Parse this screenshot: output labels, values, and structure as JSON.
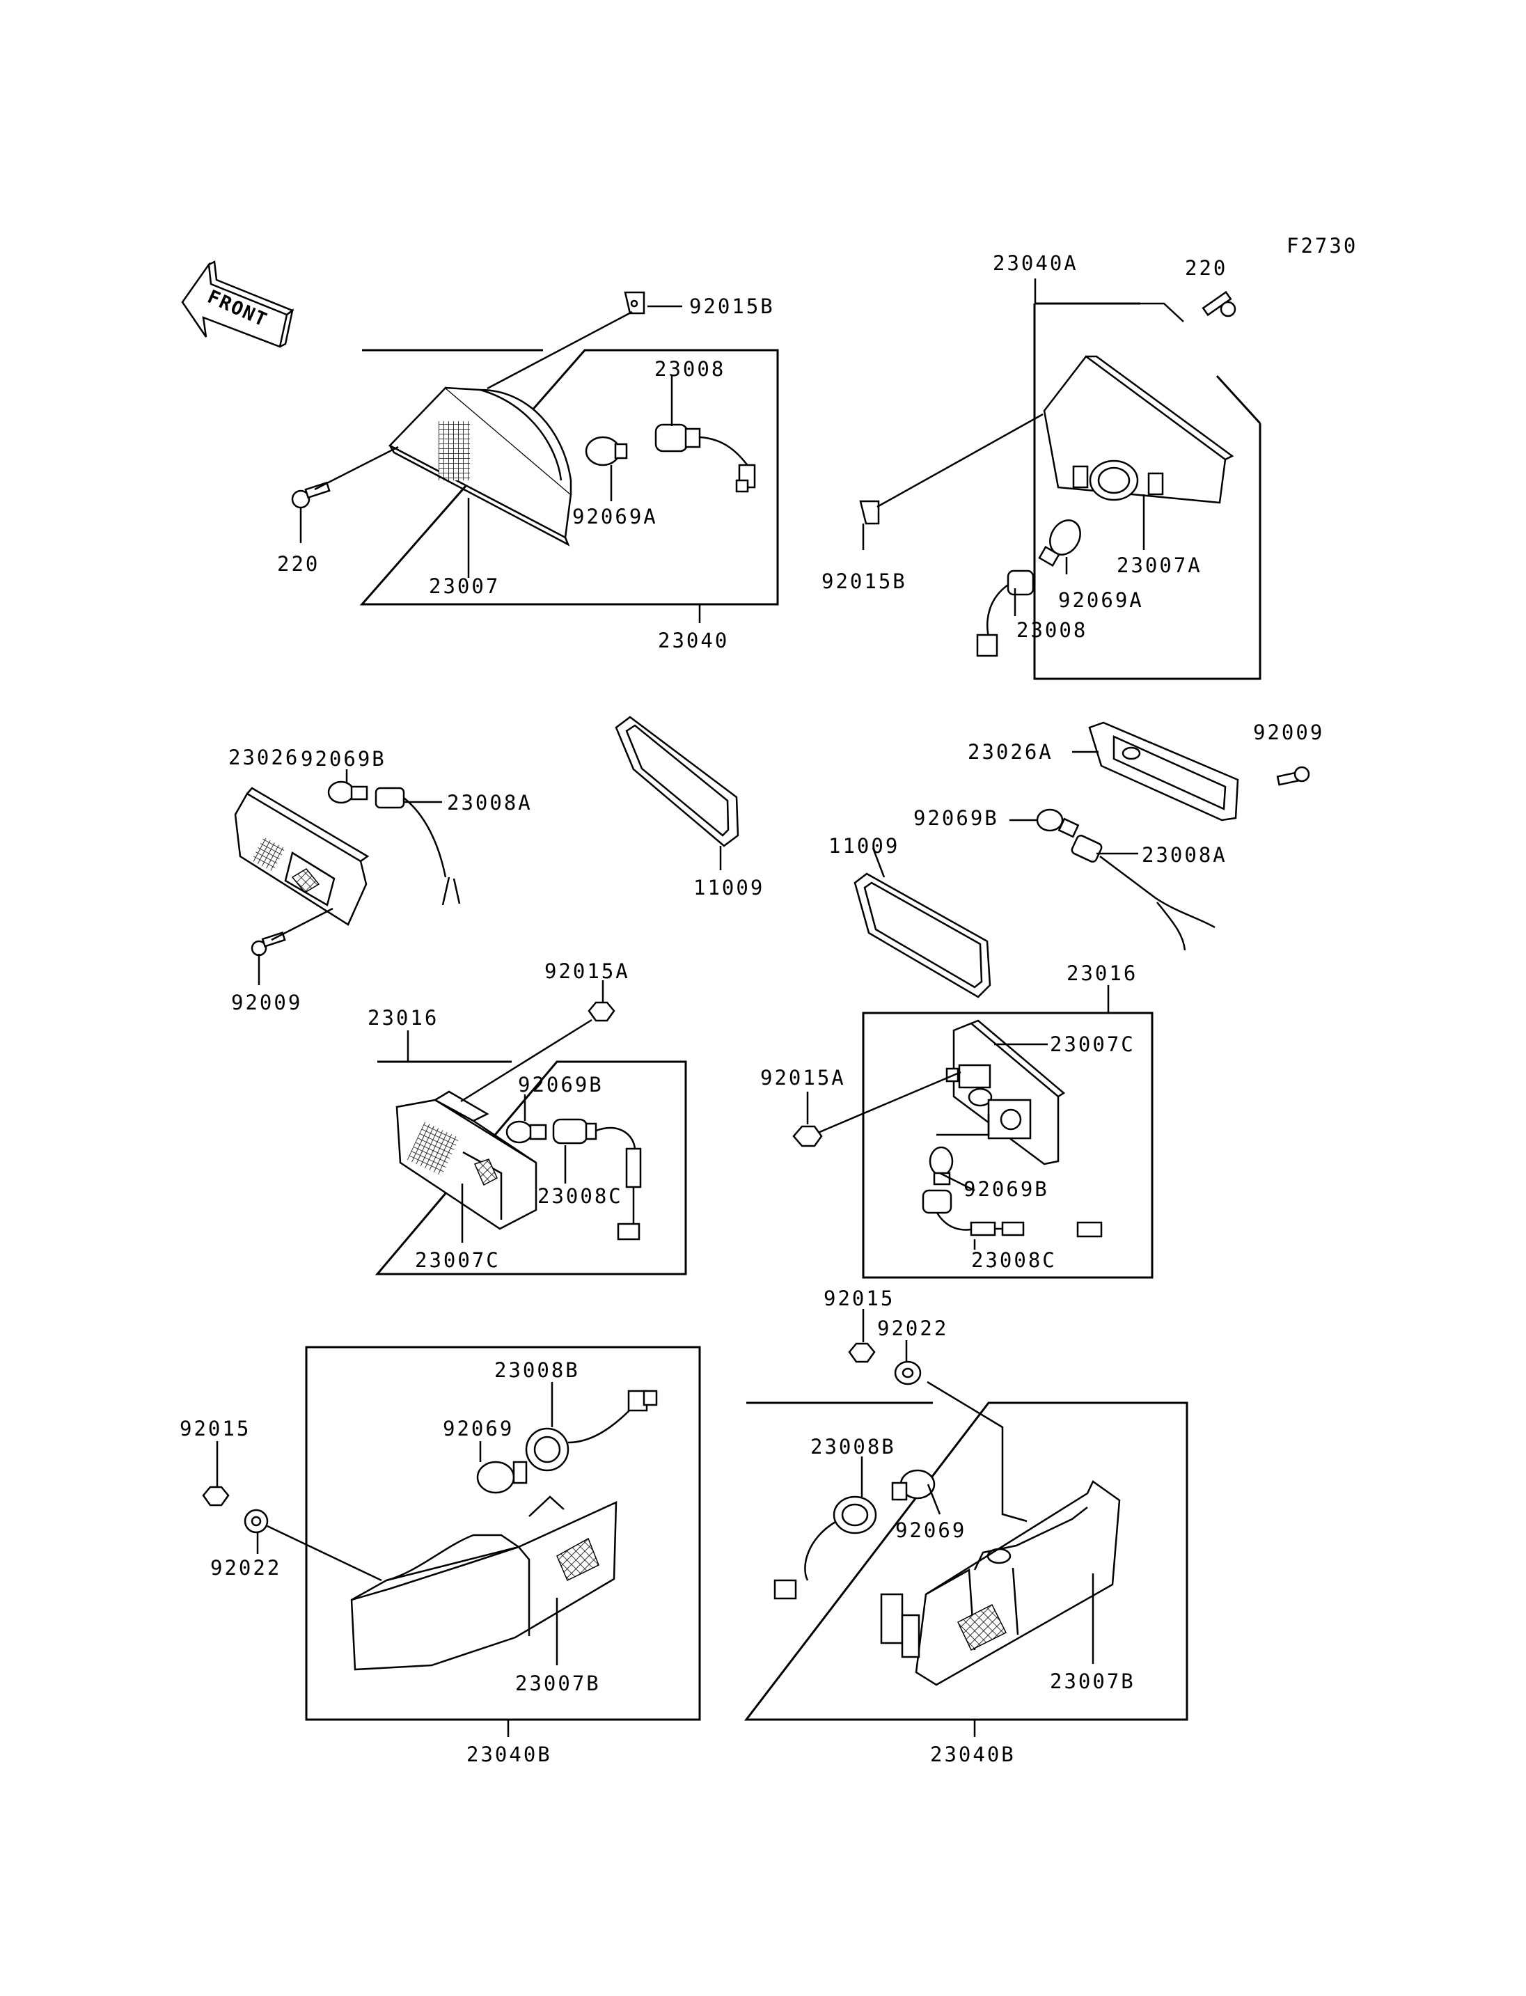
{
  "figure_code": "F2730",
  "front_label": "FRONT",
  "labels": {
    "l_92015B_top": "92015B",
    "l_23008_top": "23008",
    "l_220_left": "220",
    "l_92069A_left": "92069A",
    "l_23007": "23007",
    "l_23040": "23040",
    "l_23040A": "23040A",
    "l_220_right": "220",
    "l_92015B_right": "92015B",
    "l_23007A": "23007A",
    "l_92069A_right": "92069A",
    "l_23008_right": "23008",
    "l_92069B_a": "92069B",
    "l_23026": "23026",
    "l_23008A_a": "23008A",
    "l_92009_a": "92009",
    "l_11009_a": "11009",
    "l_23026A": "23026A",
    "l_92009_b": "92009",
    "l_92069B_b": "92069B",
    "l_11009_b": "11009",
    "l_23008A_b": "23008A",
    "l_92015A_a": "92015A",
    "l_23016_a": "23016",
    "l_92069B_c": "92069B",
    "l_23008C_a": "23008C",
    "l_23007C_a": "23007C",
    "l_23016_b": "23016",
    "l_23007C_b": "23007C",
    "l_92015A_b": "92015A",
    "l_92069B_d": "92069B",
    "l_23008C_b": "23008C",
    "l_92015_a": "92015",
    "l_92022_a": "92022",
    "l_23008B_a": "23008B",
    "l_92069_a": "92069",
    "l_23007B_a": "23007B",
    "l_23040B_a": "23040B",
    "l_92015_b": "92015",
    "l_92022_b": "92022",
    "l_23008B_b": "23008B",
    "l_92069_b": "92069",
    "l_23007B_b": "23007B",
    "l_23040B_b": "23040B"
  }
}
